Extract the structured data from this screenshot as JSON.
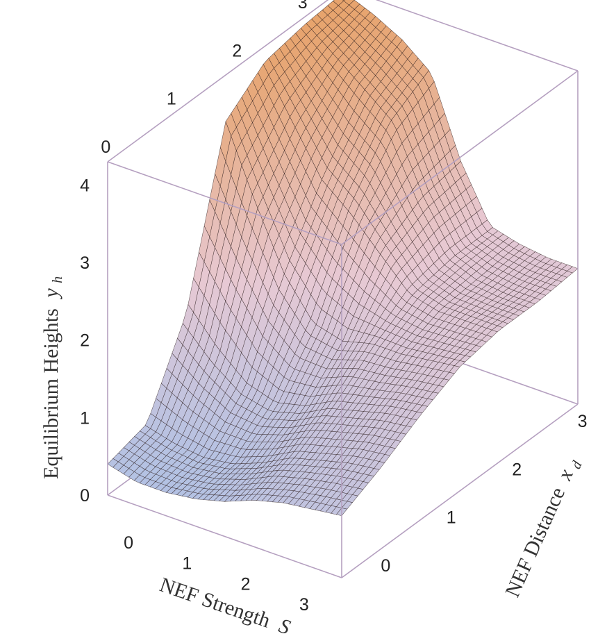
{
  "chart_data": {
    "type": "surface3d",
    "title": "",
    "axes": {
      "x": {
        "label": "NEF Strength",
        "symbol": "S",
        "ticks": [
          "0",
          "1",
          "2",
          "3"
        ],
        "range": [
          -0.5,
          3.5
        ]
      },
      "y": {
        "label": "NEF Distance",
        "symbol": "x",
        "symbol_sub": "d",
        "ticks": [
          "0",
          "1",
          "2",
          "3"
        ],
        "range": [
          -0.3,
          3.3
        ]
      },
      "z": {
        "label": "Equilibrium Heights",
        "symbol": "y",
        "symbol_sub": "h",
        "ticks": [
          "0",
          "1",
          "2",
          "3",
          "4"
        ],
        "range": [
          0,
          4.3
        ]
      }
    },
    "grid": false,
    "legend": "none",
    "surface": {
      "x": [
        -0.5,
        0,
        0.5,
        1,
        1.5,
        2,
        2.5,
        3,
        3.5
      ],
      "y": [
        -0.3,
        0.3,
        0.9,
        1.5,
        2.1,
        2.7,
        3.3
      ],
      "z": [
        [
          0.4,
          0.55,
          1.6,
          3.7,
          4.1,
          4.2,
          4.25
        ],
        [
          0.3,
          0.45,
          1.2,
          2.8,
          3.5,
          3.9,
          4.1
        ],
        [
          0.3,
          0.4,
          0.9,
          2.0,
          2.9,
          3.6,
          3.9
        ],
        [
          0.35,
          0.45,
          0.8,
          1.5,
          2.6,
          3.3,
          3.6
        ],
        [
          0.45,
          0.6,
          0.9,
          1.4,
          2.2,
          2.5,
          2.6
        ],
        [
          0.6,
          0.8,
          1.1,
          1.5,
          1.8,
          1.9,
          1.9
        ],
        [
          0.7,
          0.9,
          1.2,
          1.5,
          1.7,
          1.75,
          1.8
        ],
        [
          0.75,
          1.0,
          1.3,
          1.55,
          1.7,
          1.7,
          1.75
        ],
        [
          0.8,
          1.05,
          1.35,
          1.6,
          1.7,
          1.7,
          1.75
        ]
      ]
    },
    "colors": {
      "low": "#a9c0e6",
      "mid": "#e7c9d4",
      "high": "#e7a268",
      "box": "#b5a0c0",
      "mesh": "#2a1a1a"
    }
  }
}
